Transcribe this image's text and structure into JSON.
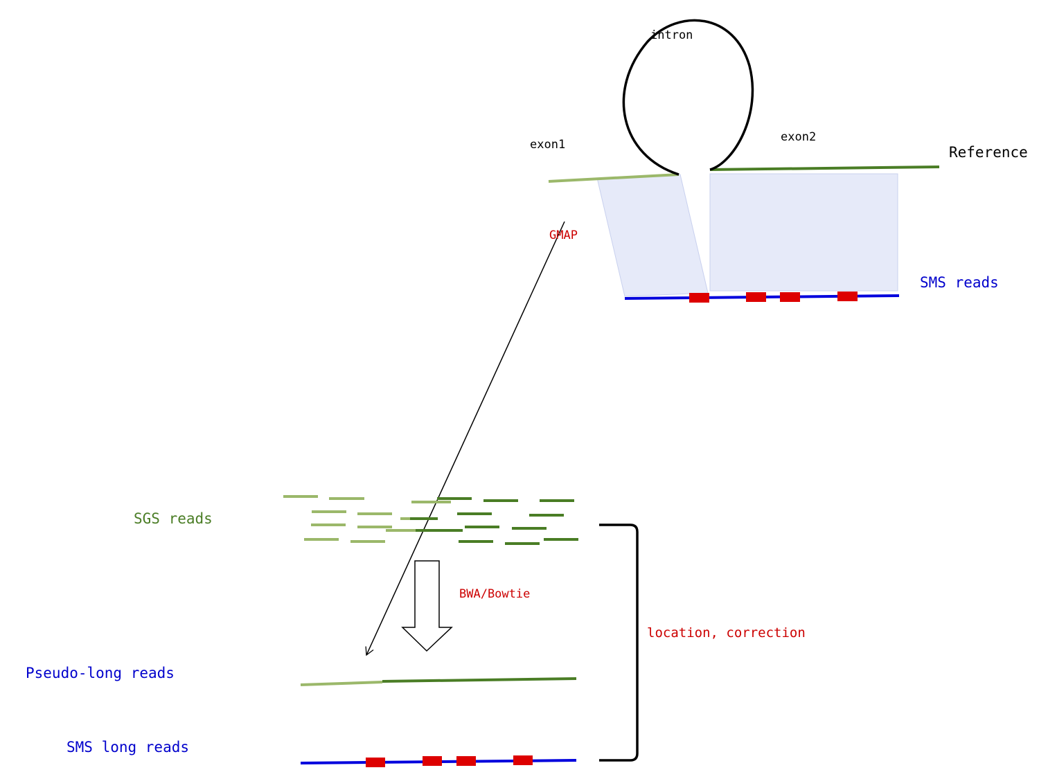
{
  "colors": {
    "light_green": "#9bb86a",
    "dark_green": "#4a7d25",
    "blue": "#0000dd",
    "red": "#dd0000",
    "label_green": "#4a7d25",
    "label_blue": "#0000cc",
    "label_red": "#cc0000",
    "shade": "#dde3f7",
    "black": "#000000"
  },
  "labels": {
    "intron": "intron",
    "exon1": "exon1",
    "exon2": "exon2",
    "reference": "Reference",
    "gmap": "GMAP",
    "sms_reads": "SMS reads",
    "sgs_reads": "SGS reads",
    "bwa_bowtie": "BWA/Bowtie",
    "location_correction": "location, correction",
    "pseudo_long_reads": "Pseudo-long reads",
    "sms_long_reads": "SMS long reads"
  },
  "sms_reads_error_marks": 4,
  "sms_long_reads_error_marks": 4
}
